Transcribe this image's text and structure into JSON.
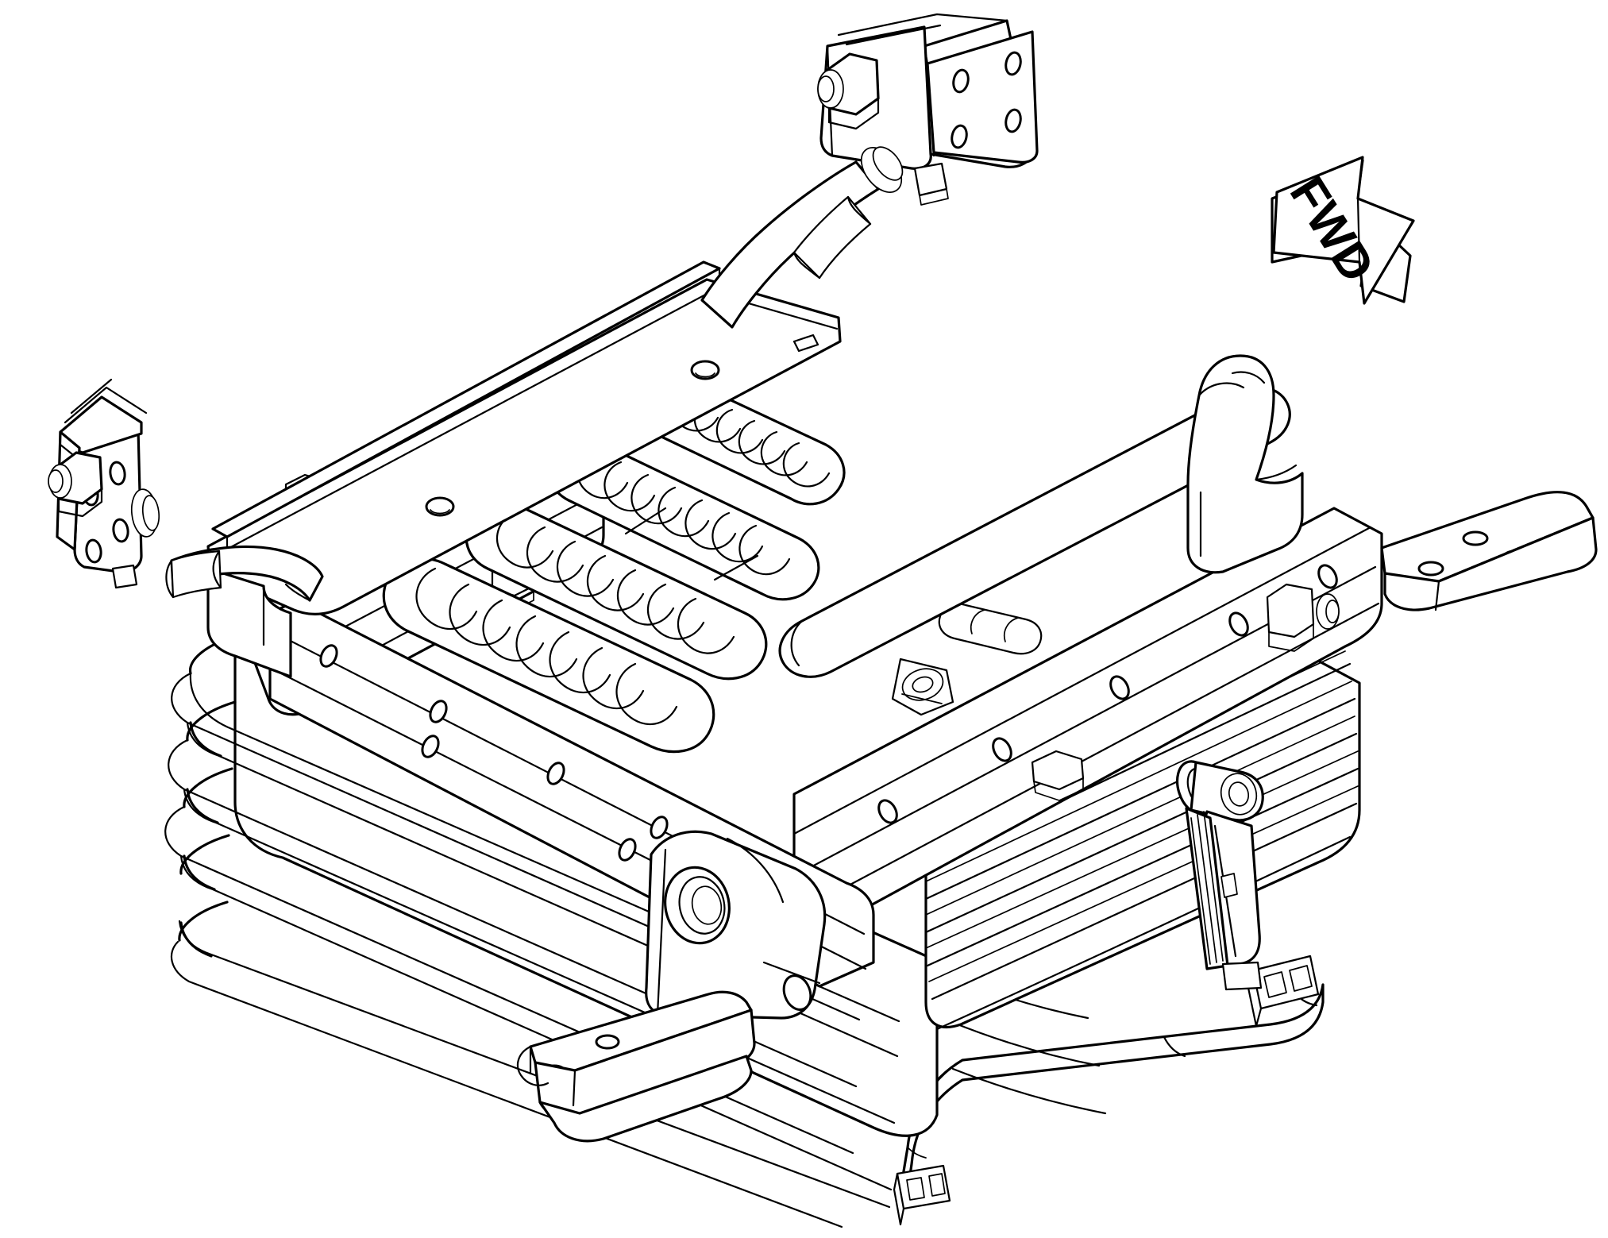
{
  "drawing": {
    "title": "Seat Suspension Base Assembly",
    "view": "isometric exploded-style line drawing",
    "background_color": "#ffffff",
    "line_color": "#000000",
    "style": "black-and-white technical line art, no shading, no dimensions, no part numbers"
  },
  "annotations": {
    "direction_arrow": {
      "label": "FWD",
      "shape": "block-arrow-3d",
      "points": "right",
      "position": "top-right"
    }
  },
  "components": [
    {
      "id": "upper-mount-bracket",
      "name": "Upper Mounting Bracket",
      "bolt_holes": 4,
      "fasteners": [
        "hex-bolt"
      ],
      "position": "top-center"
    },
    {
      "id": "left-mount-bracket",
      "name": "Left Mounting Bracket",
      "bolt_holes": 4,
      "fasteners": [
        "hex-bolt"
      ],
      "position": "left"
    },
    {
      "id": "upper-link-rod",
      "name": "Upper Link Rod",
      "position": "top-center"
    },
    {
      "id": "left-link-rod",
      "name": "Left Link Rod",
      "position": "left"
    },
    {
      "id": "top-cover-plate",
      "name": "Top Cover Plate",
      "holes": 2,
      "position": "upper-center"
    },
    {
      "id": "coil-spring-bank",
      "name": "Coil Spring Bank",
      "spring_count": 4,
      "position": "center"
    },
    {
      "id": "bellows-cover",
      "name": "Bellows / Accordion Side Cover",
      "pleats": 5,
      "position": "lower-left"
    },
    {
      "id": "main-frame-rail",
      "name": "Main Frame Rail",
      "position": "center"
    },
    {
      "id": "hex-standoff-nuts",
      "name": "Hex Standoff Nuts",
      "count": 4,
      "position": "upper-left-rail"
    },
    {
      "id": "right-cross-tube",
      "name": "Right Cross Tube",
      "position": "right"
    },
    {
      "id": "right-mount-rail",
      "name": "Right Mounting Rail",
      "bolt_holes": 4,
      "position": "right"
    },
    {
      "id": "lower-left-mount-rail",
      "name": "Lower Left Mounting Rail",
      "bolt_holes": 4,
      "position": "bottom-left"
    },
    {
      "id": "pivot-bracket",
      "name": "Pivot Bracket with Bushing",
      "position": "bottom-center-left"
    },
    {
      "id": "release-lever",
      "name": "Release Lever Arm",
      "position": "right"
    },
    {
      "id": "bottom-tube-bar",
      "name": "Bottom Tubular Bar",
      "position": "bottom"
    },
    {
      "id": "retainer-clip-left",
      "name": "Retainer Clip (Left)",
      "position": "bottom-left"
    },
    {
      "id": "retainer-clip-right",
      "name": "Retainer Clip (Right)",
      "position": "bottom-right"
    }
  ]
}
